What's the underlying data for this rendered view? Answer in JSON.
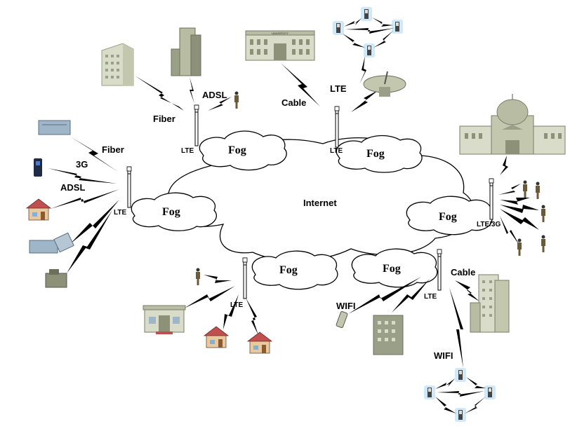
{
  "diagram": {
    "internet_label": "Internet",
    "fog_label": "Fog",
    "labels": {
      "fiber_top": "Fiber",
      "adsl_top": "ADSL",
      "cable_top": "Cable",
      "lte_top": "LTE",
      "fiber_left": "Fiber",
      "g3_left": "3G",
      "adsl_left": "ADSL",
      "lte_tower_top_left": "LTE",
      "lte_tower_top_mid": "LTE",
      "lte_tower_left": "LTE",
      "lte3g_tower_right": "LTE/3G",
      "lte_tower_bottom_left": "LTE",
      "lte_tower_bottom_right": "LTE",
      "cable_right": "Cable",
      "wifi_mid": "WIFI",
      "wifi_bottom": "WIFI"
    },
    "building_sign": "UNIVERSITY",
    "colors": {
      "building": "#d9dcc8",
      "building_dark": "#9aa087",
      "house_wall": "#e8c9a0",
      "house_roof": "#c0504d",
      "device": "#9fb6c8",
      "phone_glow": "#a9d7f2"
    }
  }
}
